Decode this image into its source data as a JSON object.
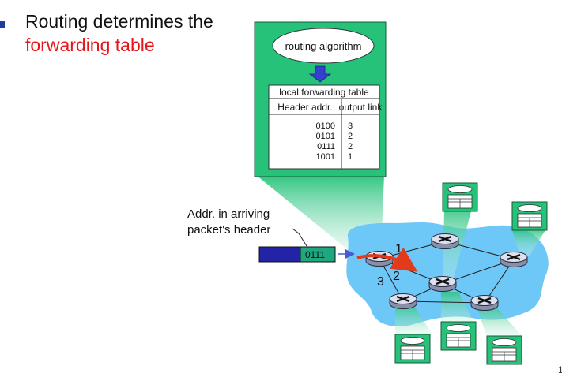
{
  "bullet": {
    "line1": "Routing determines the",
    "line2": "forwarding table"
  },
  "routing_box": {
    "algorithm_label": "routing algorithm",
    "table_title": "local forwarding table",
    "col_header_addr": "Header addr.",
    "col_header_link": "output link",
    "rows": [
      {
        "addr": "0100",
        "link": "3"
      },
      {
        "addr": "0101",
        "link": "2"
      },
      {
        "addr": "0111",
        "link": "2"
      },
      {
        "addr": "1001",
        "link": "1"
      }
    ]
  },
  "callout": {
    "line1": "Addr. in arriving",
    "line2": "packet's header"
  },
  "packet": {
    "header_value": "0111"
  },
  "links": {
    "l1": "1",
    "l2": "2",
    "l3": "3"
  },
  "page_number": "1",
  "colors": {
    "bullet": "#1a3d9e",
    "highlight_text": "#e8161a",
    "router_box": "#26c27a",
    "cloud": "#6ec8f7",
    "packet_body": "#2323a8",
    "packet_header": "#1ea882",
    "path_arrow": "#e23a1a"
  }
}
